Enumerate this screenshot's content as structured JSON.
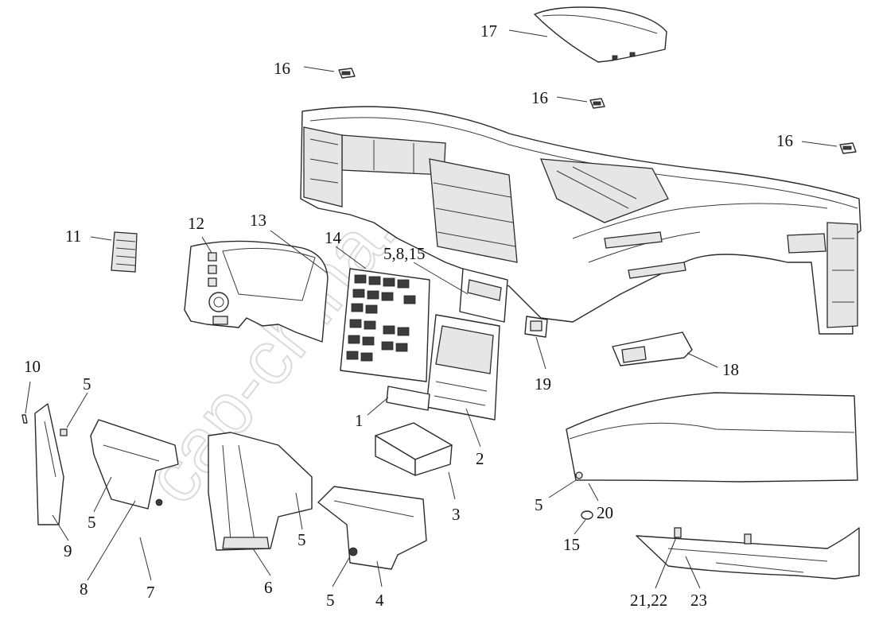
{
  "watermark": "cap-china.ru",
  "callouts": {
    "c17": "17",
    "c16a": "16",
    "c16b": "16",
    "c16c": "16",
    "c11": "11",
    "c12": "12",
    "c13": "13",
    "c14": "14",
    "c5815": "5,8,15",
    "c19": "19",
    "c18": "18",
    "c10": "10",
    "c5a": "5",
    "c1": "1",
    "c2": "2",
    "c3": "3",
    "c5b": "5",
    "c5c": "5",
    "c5d": "5",
    "c5e": "5",
    "c20": "20",
    "c15": "15",
    "c9": "9",
    "c8": "8",
    "c7": "7",
    "c6": "6",
    "c4": "4",
    "c2122": "21,22",
    "c23": "23"
  }
}
